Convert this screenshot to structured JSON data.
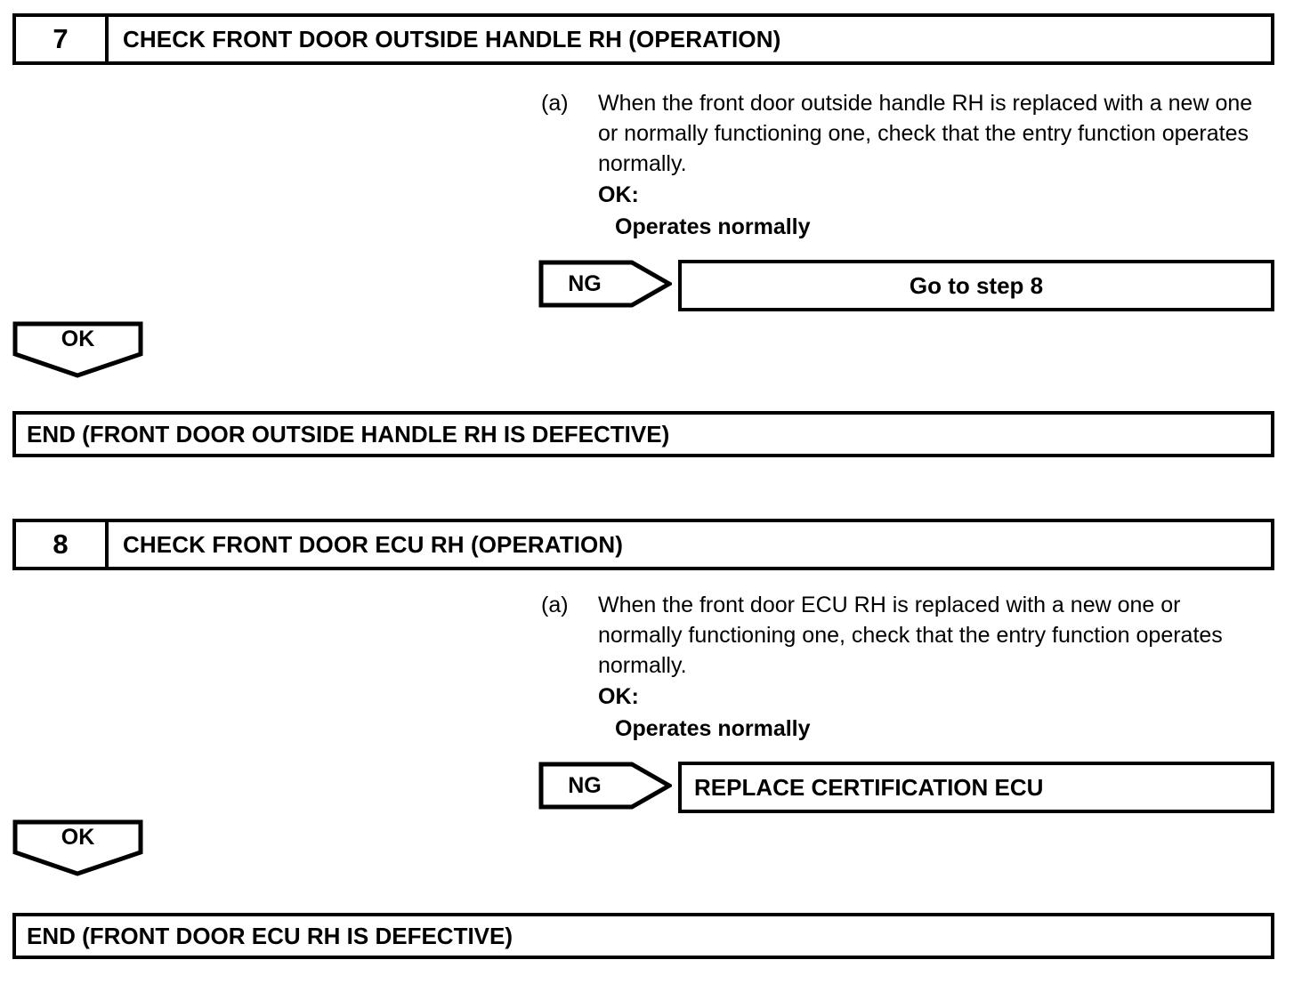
{
  "document": {
    "type": "diagnostic-flowchart",
    "line_color": "#000000",
    "background_color": "#ffffff"
  },
  "steps": [
    {
      "number": "7",
      "title": "CHECK FRONT DOOR OUTSIDE HANDLE RH (OPERATION)",
      "instruction": {
        "marker": "(a)",
        "text": "When the front door outside handle RH is replaced with a new one or normally functioning one, check that the entry function operates normally.",
        "ok_label": "OK:",
        "ok_value": "Operates normally"
      },
      "ng_branch": {
        "arrow_label": "NG",
        "result": "Go to step 8",
        "align": "center"
      },
      "ok_branch": {
        "arrow_label": "OK",
        "end": "END (FRONT DOOR OUTSIDE HANDLE RH IS DEFECTIVE)"
      }
    },
    {
      "number": "8",
      "title": "CHECK FRONT DOOR ECU RH (OPERATION)",
      "instruction": {
        "marker": "(a)",
        "text": "When the front door ECU RH is replaced with a new one or normally functioning one, check that the entry function operates normally.",
        "ok_label": "OK:",
        "ok_value": "Operates normally"
      },
      "ng_branch": {
        "arrow_label": "NG",
        "result": "REPLACE CERTIFICATION ECU",
        "align": "left"
      },
      "ok_branch": {
        "arrow_label": "OK",
        "end": "END (FRONT DOOR ECU RH IS DEFECTIVE)"
      }
    }
  ]
}
